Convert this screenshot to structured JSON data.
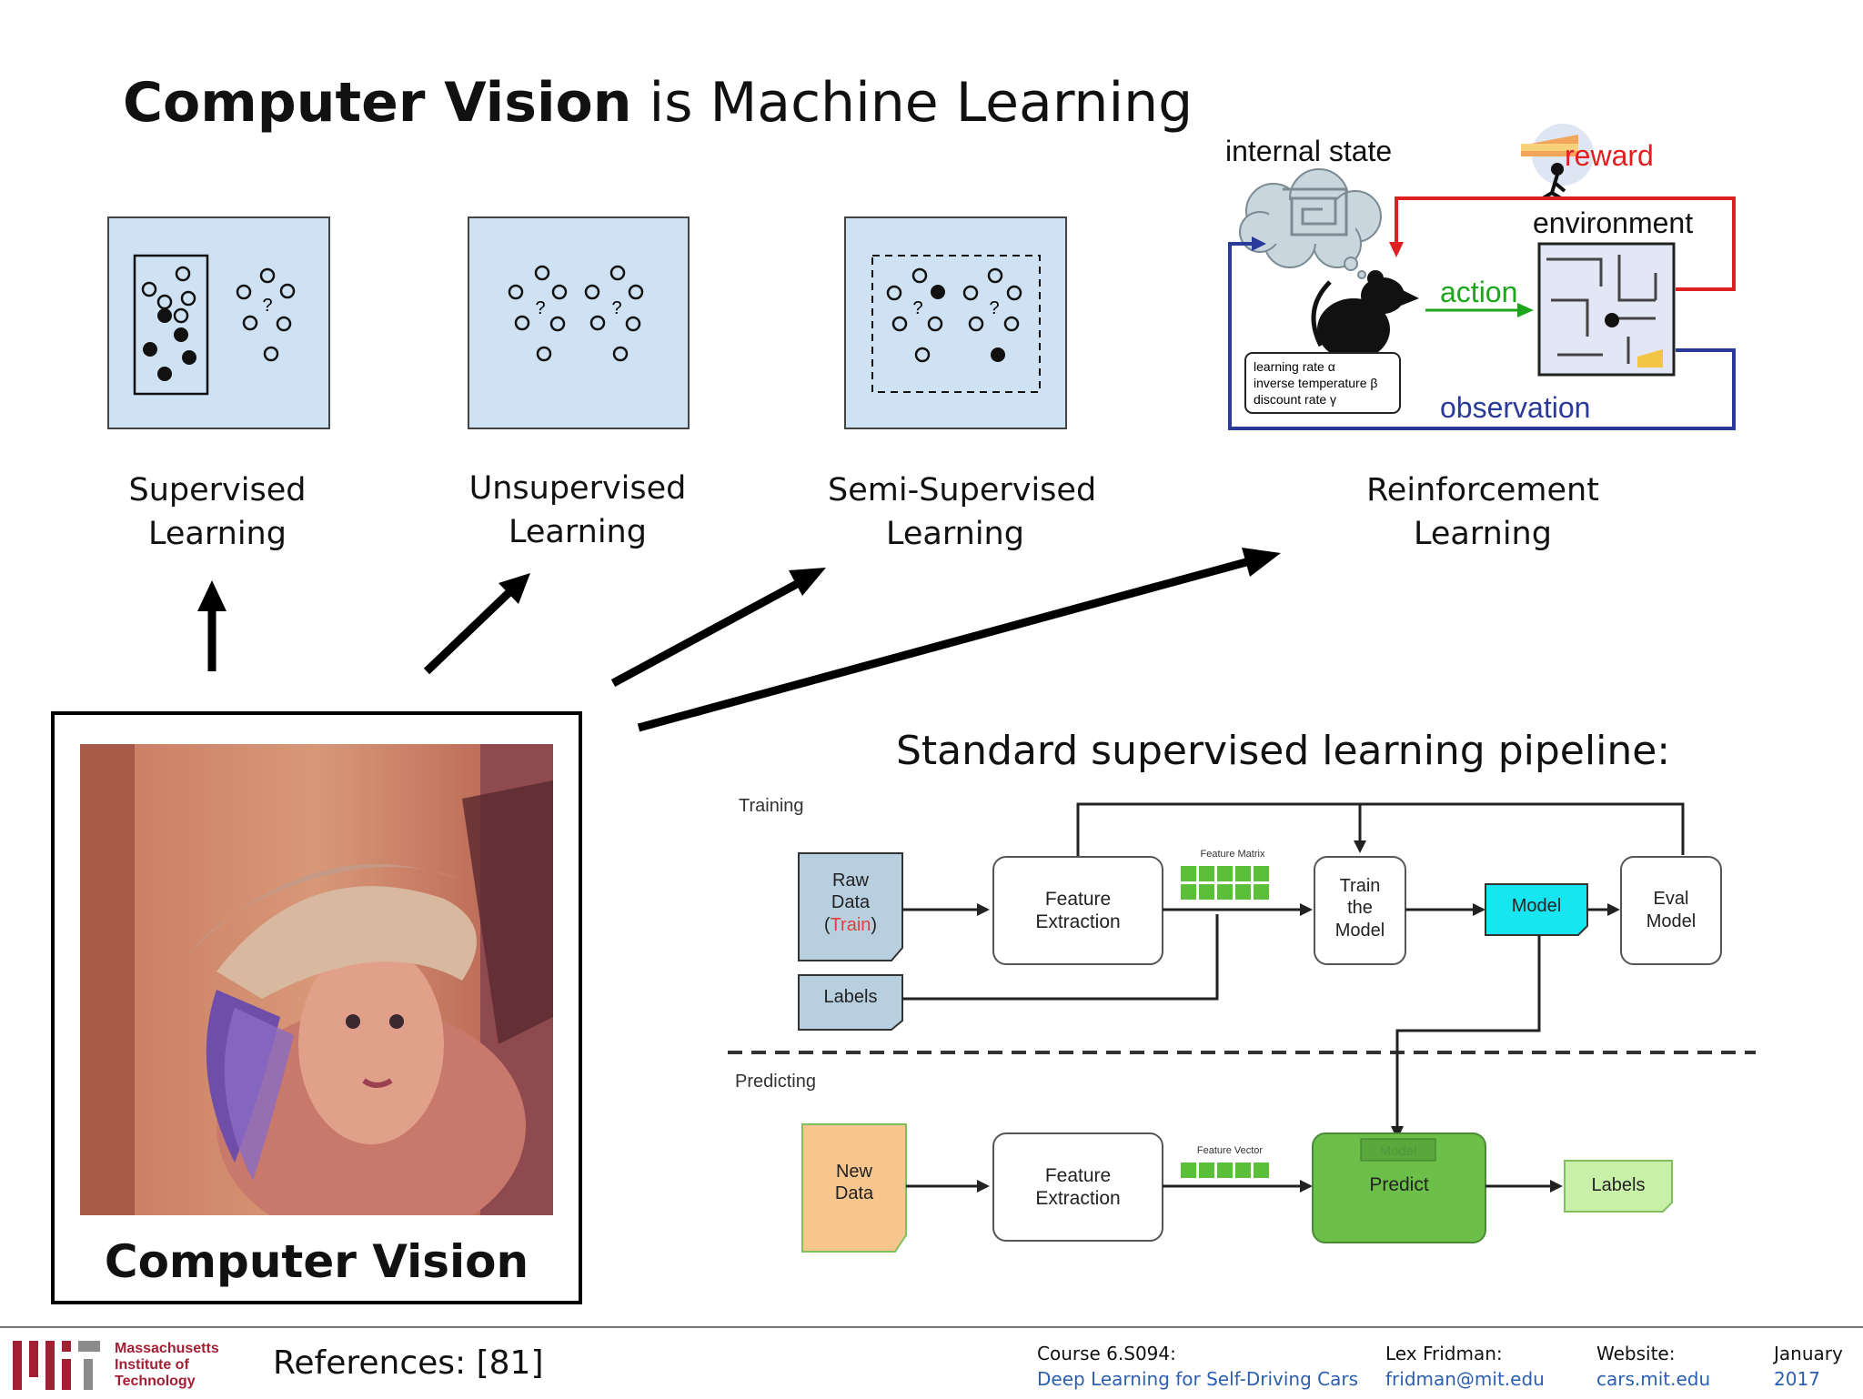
{
  "title": {
    "bold": "Computer Vision",
    "rest": " is Machine Learning"
  },
  "panels": [
    {
      "label_line1": "Supervised",
      "label_line2": "Learning"
    },
    {
      "label_line1": "Unsupervised",
      "label_line2": "Learning"
    },
    {
      "label_line1": "Semi-Supervised",
      "label_line2": "Learning"
    },
    {
      "label_line1": "Reinforcement",
      "label_line2": "Learning"
    }
  ],
  "scatter_mark": "?",
  "rl": {
    "internal_state": "internal state",
    "reward": "reward",
    "environment": "environment",
    "action": "action",
    "observation": "observation",
    "params": [
      "learning rate α",
      "inverse temperature β",
      "discount rate γ"
    ],
    "colors": {
      "reward": "#e02020",
      "action": "#1ea51e",
      "observation": "#2a3a98"
    }
  },
  "computer_vision": {
    "caption": "Computer Vision"
  },
  "pipeline": {
    "title": "Standard supervised learning pipeline:",
    "training_label": "Training",
    "predicting_label": "Predicting",
    "raw_data": [
      "Raw",
      "Data",
      "(",
      "Train",
      ")"
    ],
    "labels_in": "Labels",
    "feature_extraction": [
      "Feature",
      "Extraction"
    ],
    "feature_matrix": "Feature Matrix",
    "train_model": [
      "Train",
      "the",
      "Model"
    ],
    "model": "Model",
    "eval_model": [
      "Eval",
      "Model"
    ],
    "new_data": [
      "New",
      "Data"
    ],
    "feature_vector": "Feature Vector",
    "predict_model_tag": "Model",
    "predict": "Predict",
    "labels_out": "Labels"
  },
  "footer": {
    "mit_name": [
      "Massachusetts",
      "Institute of",
      "Technology"
    ],
    "references": "References: [81]",
    "course_label": "Course 6.S094:",
    "course_name": "Deep Learning for Self-Driving Cars",
    "author_label": "Lex Fridman:",
    "author_email": "fridman@mit.edu",
    "website_label": "Website:",
    "website_url": "cars.mit.edu",
    "month": "January",
    "year": "2017"
  }
}
